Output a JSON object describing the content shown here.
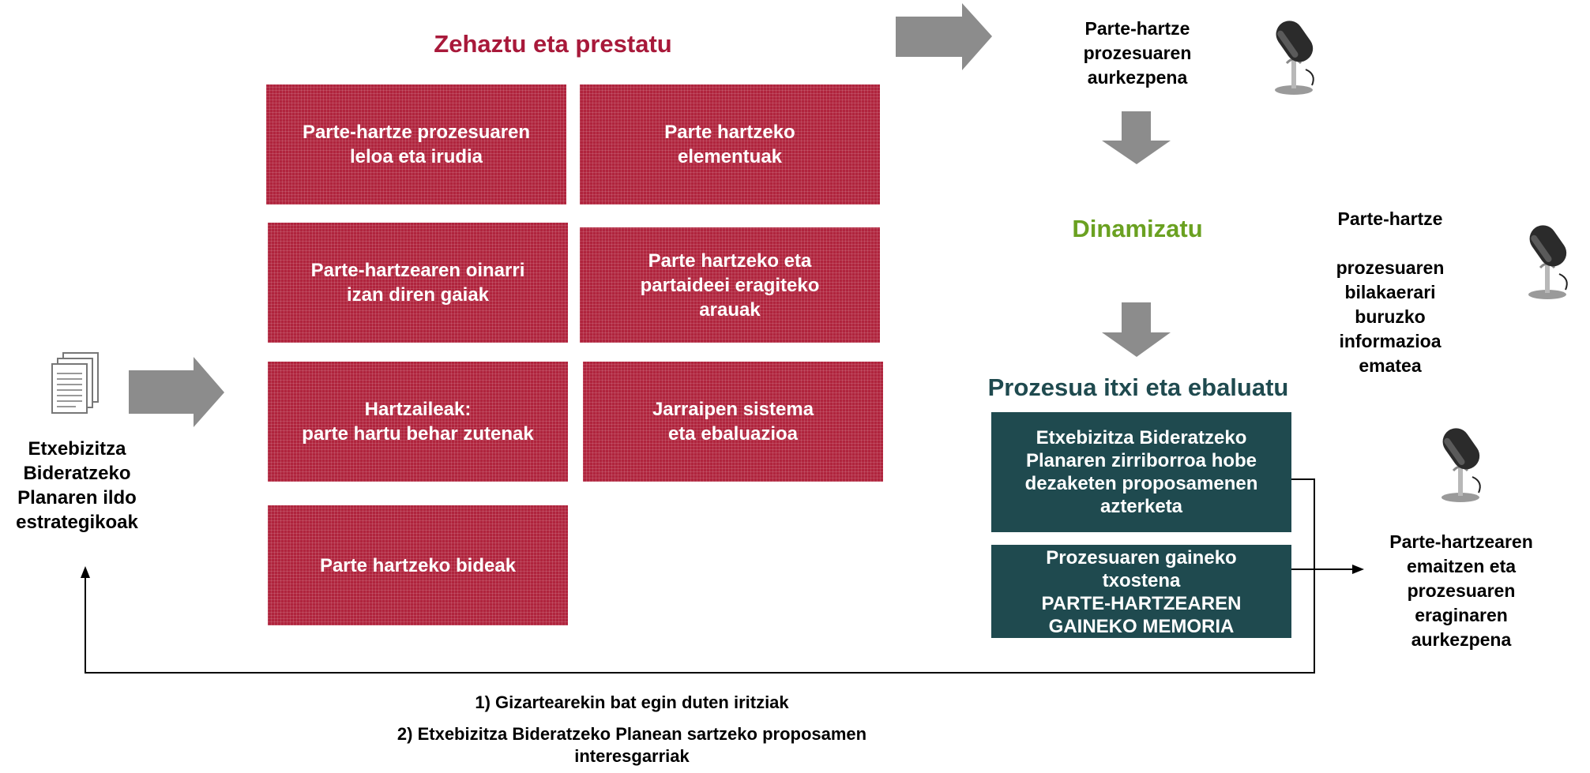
{
  "sections": {
    "prepare": "Zehaztu eta prestatu",
    "dynamize": "Dinamizatu",
    "close": "Prozesua itxi eta ebaluatu"
  },
  "prepare_boxes": [
    "Parte-hartze prozesuaren\nleloa eta irudia",
    "Parte hartzeko\nelementuak",
    "Parte-hartzearen oinarri\nizan diren gaiak",
    "Parte hartzeko eta\npartaideei eragiteko\narauak",
    "Hartzaileak:\nparte hartu behar zutenak",
    "Jarraipen sistema\neta ebaluazioa",
    "Parte hartzeko bideak"
  ],
  "close_boxes": [
    "Etxebizitza Bideratzeko\nPlanaren zirriborroa hobe\ndezaketen proposamenen\nazterketa",
    "Prozesuaren gaineko\ntxostena\nPARTE-HARTZEAREN\nGAINEKO MEMORIA"
  ],
  "strategic_lines": "Etxebizitza\nBideratzeko\nPlanaren ildo\nestrategikoak",
  "presentation": "Parte-hartze\nprozesuaren\naurkezpena",
  "evolution_info": "Parte-hartze\n\nprozesuaren\nbilakaerari\nburuzko\ninformazioa\nematea",
  "results_presentation": "Parte-hartzearen\nemaitzen eta\nprozesuaren\neraginaren\naurkezpena",
  "feedback": {
    "line1": "1) Gizartearekin bat egin duten iritziak",
    "line2": "2) Etxebizitza Bideratzeko Planean sartzeko proposamen\ninteresgarriak"
  },
  "icons": {
    "document": "document-stack-icon",
    "microphone": "microphone-icon"
  },
  "colors": {
    "prepare_heading": "#a8193a",
    "prepare_box": "#b0243d",
    "dynamize_heading": "#6aa121",
    "close_heading": "#1f4a4f",
    "close_box": "#1f4a4f",
    "arrow": "#8c8c8c"
  }
}
